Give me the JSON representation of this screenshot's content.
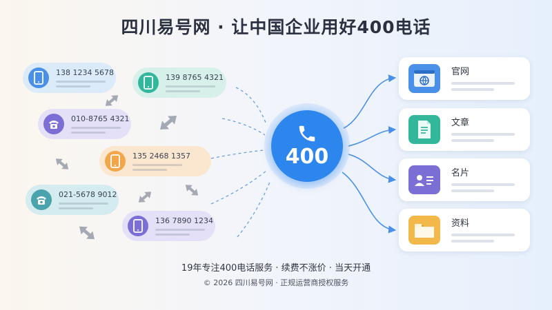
{
  "header": {
    "title": "四川易号网 · 让中国企业用好400电话"
  },
  "phone_numbers": [
    {
      "number": "138 1234 5678",
      "icon": "mobile-phone-icon",
      "color": "#4a90e8"
    },
    {
      "number": "139 8765 4321",
      "icon": "mobile-phone-icon",
      "color": "#33b79a"
    },
    {
      "number": "010-8765 4321",
      "icon": "desk-phone-icon",
      "color": "#7b6fd6"
    },
    {
      "number": "135 2468 1357",
      "icon": "mobile-phone-icon",
      "color": "#f2a64a"
    },
    {
      "number": "021-5678 9012",
      "icon": "desk-phone-icon",
      "color": "#4aa3ad"
    },
    {
      "number": "136 7890 1234",
      "icon": "mobile-phone-icon",
      "color": "#7b6fd6"
    }
  ],
  "hub": {
    "label": "400",
    "icon": "phone-handset-icon",
    "color": "#2d86ee"
  },
  "destinations": [
    {
      "label": "官网",
      "icon": "website-icon",
      "color": "#4a90e8"
    },
    {
      "label": "文章",
      "icon": "document-icon",
      "color": "#33b79a"
    },
    {
      "label": "名片",
      "icon": "business-card-icon",
      "color": "#7b6fd6"
    },
    {
      "label": "资料",
      "icon": "folder-icon",
      "color": "#f2b94a"
    }
  ],
  "footer": {
    "tagline": "19年专注400电话服务 · 续费不涨价 · 当天开通",
    "copyright": "© 2026 四川易号网 · 正规运营商授权服务"
  }
}
